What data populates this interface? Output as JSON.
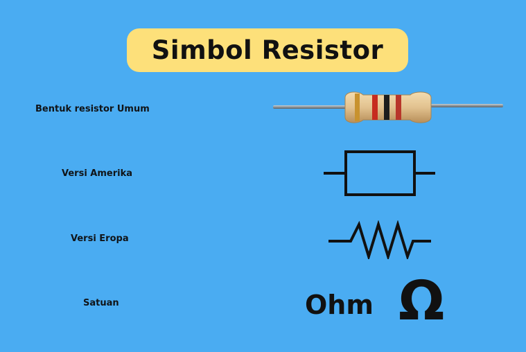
{
  "title": "Simbol Resistor",
  "rows": [
    {
      "label": "Bentuk resistor Umum"
    },
    {
      "label": "Versi Amerika"
    },
    {
      "label": "Versi Eropa"
    },
    {
      "label": "Satuan"
    }
  ],
  "unit": {
    "name": "Ohm",
    "symbol": "Ω"
  },
  "icons": {
    "resistor_photo": "resistor-component-icon",
    "american_symbol": "rectangle-resistor-icon",
    "european_symbol": "zigzag-resistor-icon",
    "omega": "omega-icon"
  },
  "colors": {
    "background": "#4aacf2",
    "title_pill": "#fde07a",
    "ink": "#111111",
    "resistor_body": "#e2c28f",
    "band_1": "#c8922e",
    "band_2": "#c62b1f",
    "band_3": "#1d1d1d",
    "band_4": "#b8362a",
    "lead": "#8c949a"
  }
}
